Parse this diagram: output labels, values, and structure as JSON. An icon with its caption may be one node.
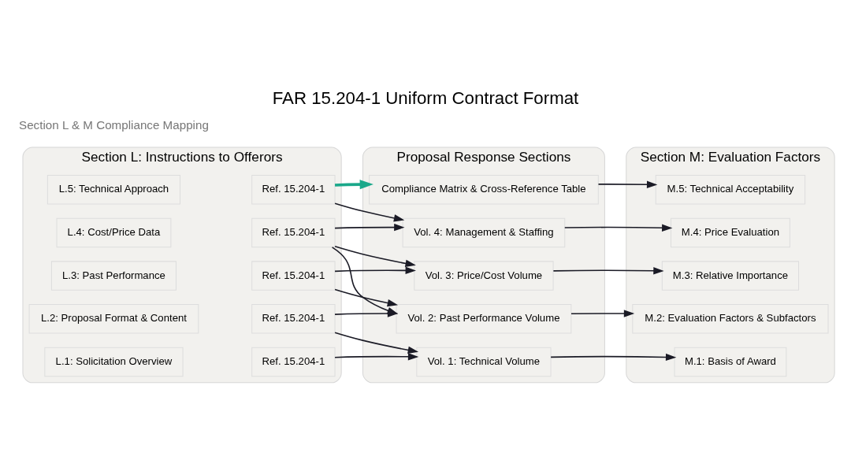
{
  "diagram": {
    "title": "FAR 15.204-1 Uniform Contract Format",
    "nodes": [
      {
        "text": [
          "Section L: Instructions to Offerors"
        ]
      },
      {
        "text": [
          "L.1: Solicitation Overview"
        ],
        "in": 0
      },
      {
        "text": [
          "L.2: Proposal Format & Content"
        ],
        "in": 0
      },
      {
        "text": [
          "L.3: Past Performance"
        ],
        "in": 0
      },
      {
        "text": [
          "L.4: Cost/Price Data"
        ],
        "in": 0
      },
      {
        "text": [
          "L.5: Technical Approach"
        ],
        "in": 0
      },
      {
        "text": [
          "Ref. 15.204-1"
        ],
        "in": 0
      },
      {
        "text": [
          "Ref. 15.204-1"
        ],
        "in": 0
      },
      {
        "text": [
          "Ref. 15.204-1"
        ],
        "in": 0
      },
      {
        "text": [
          "Ref. 15.204-1"
        ],
        "in": 0
      },
      {
        "text": [
          "Ref. 15.204-1"
        ],
        "in": 0
      },
      {
        "text": [
          "Proposal Response Sections"
        ]
      },
      {
        "text": [
          "Vol. 1: Technical Volume"
        ],
        "in": 11
      },
      {
        "text": [
          "Vol. 2: Past Performance Volume"
        ],
        "in": 11
      },
      {
        "text": [
          "Vol. 3: Price/Cost Volume"
        ],
        "in": 11
      },
      {
        "text": [
          "Vol. 4: Management & Staffing"
        ],
        "in": 11
      },
      {
        "text": [
          "Compliance Matrix & Cross-Reference Table"
        ],
        "in": 11
      },
      {
        "text": [
          "Section M: Evaluation Factors"
        ]
      },
      {
        "text": [
          "M.1: Basis of Award"
        ],
        "in": 17
      },
      {
        "text": [
          "M.2: Evaluation Factors & Subfactors"
        ],
        "in": 17
      },
      {
        "text": [
          "M.3: Relative Importance"
        ],
        "in": 17
      },
      {
        "text": [
          "M.4: Price Evaluation"
        ],
        "in": 17
      },
      {
        "text": [
          "M.5: Technical Acceptability"
        ],
        "in": 17
      }
    ],
    "edges": [
      {
        "from": 6,
        "to": 12,
        "arrow": "to"
      },
      {
        "from": 7,
        "to": 12,
        "arrow": "to"
      },
      {
        "from": 7,
        "to": 13,
        "arrow": "to"
      },
      {
        "from": 8,
        "to": 13,
        "arrow": "to"
      },
      {
        "from": 8,
        "to": 14,
        "arrow": "to"
      },
      {
        "from": 9,
        "to": 13,
        "arrow": "to"
      },
      {
        "from": 9,
        "to": 14,
        "arrow": "to"
      },
      {
        "from": 9,
        "to": 15,
        "arrow": "to"
      },
      {
        "from": 10,
        "to": 15,
        "arrow": "to"
      },
      {
        "from": 10,
        "to": 16,
        "arrow": "to",
        "style": "thick",
        "color": "#1aa88a"
      },
      {
        "from": 12,
        "to": 18,
        "arrow": "to"
      },
      {
        "from": 13,
        "to": 19,
        "arrow": "to"
      },
      {
        "from": 14,
        "to": 20,
        "arrow": "to"
      },
      {
        "from": 15,
        "to": 21,
        "arrow": "to"
      },
      {
        "from": 16,
        "to": 22,
        "arrow": "to"
      }
    ],
    "labels": [
      "Section L & M Compliance Mapping"
    ]
  }
}
